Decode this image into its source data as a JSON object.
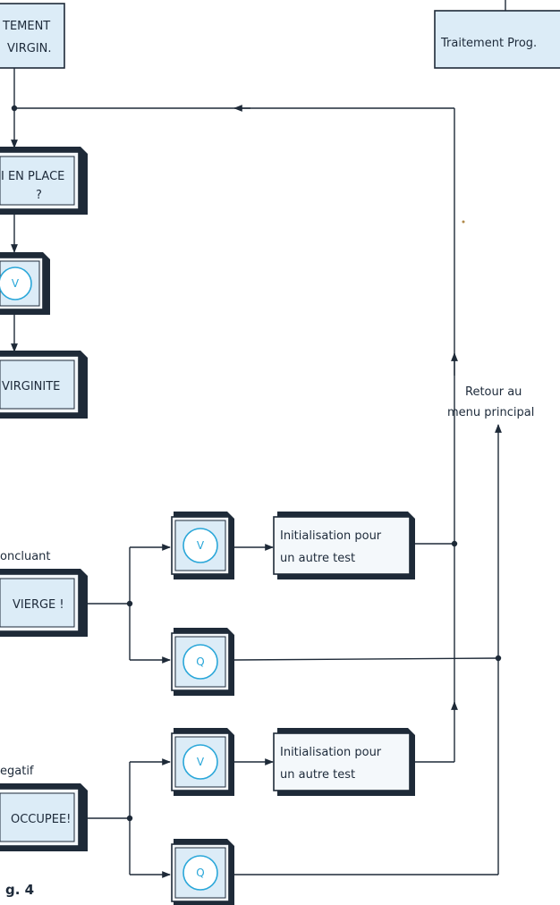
{
  "colors": {
    "box_fill": "#dcecf7",
    "box_face": "#f4f8fb",
    "border": "#1e2a38",
    "circle": "#2aa7d9",
    "line": "#1e2a38"
  },
  "boxes": {
    "traitement_virgin_line1": "TEMENT",
    "traitement_virgin_line2": "VIRGIN.",
    "traitement_prog": "Traitement  Prog.",
    "en_place_line1": "I EN PLACE",
    "en_place_line2": "?",
    "virginite": "VIRGINITE",
    "vierge": "VIERGE !",
    "occupee": "OCCUPEE!",
    "init_1_line1": "Initialisation pour",
    "init_1_line2": "un  autre  test",
    "init_2_line1": "Initialisation pour",
    "init_2_line2": "un  autre  test"
  },
  "keys": {
    "v1": "V",
    "v2": "V",
    "q1": "Q",
    "v3": "V",
    "q2": "Q"
  },
  "labels": {
    "concluant": "oncluant",
    "negatif": "egatif",
    "retour_line1": "Retour  au",
    "retour_line2": "menu principal",
    "fig": "g. 4"
  }
}
